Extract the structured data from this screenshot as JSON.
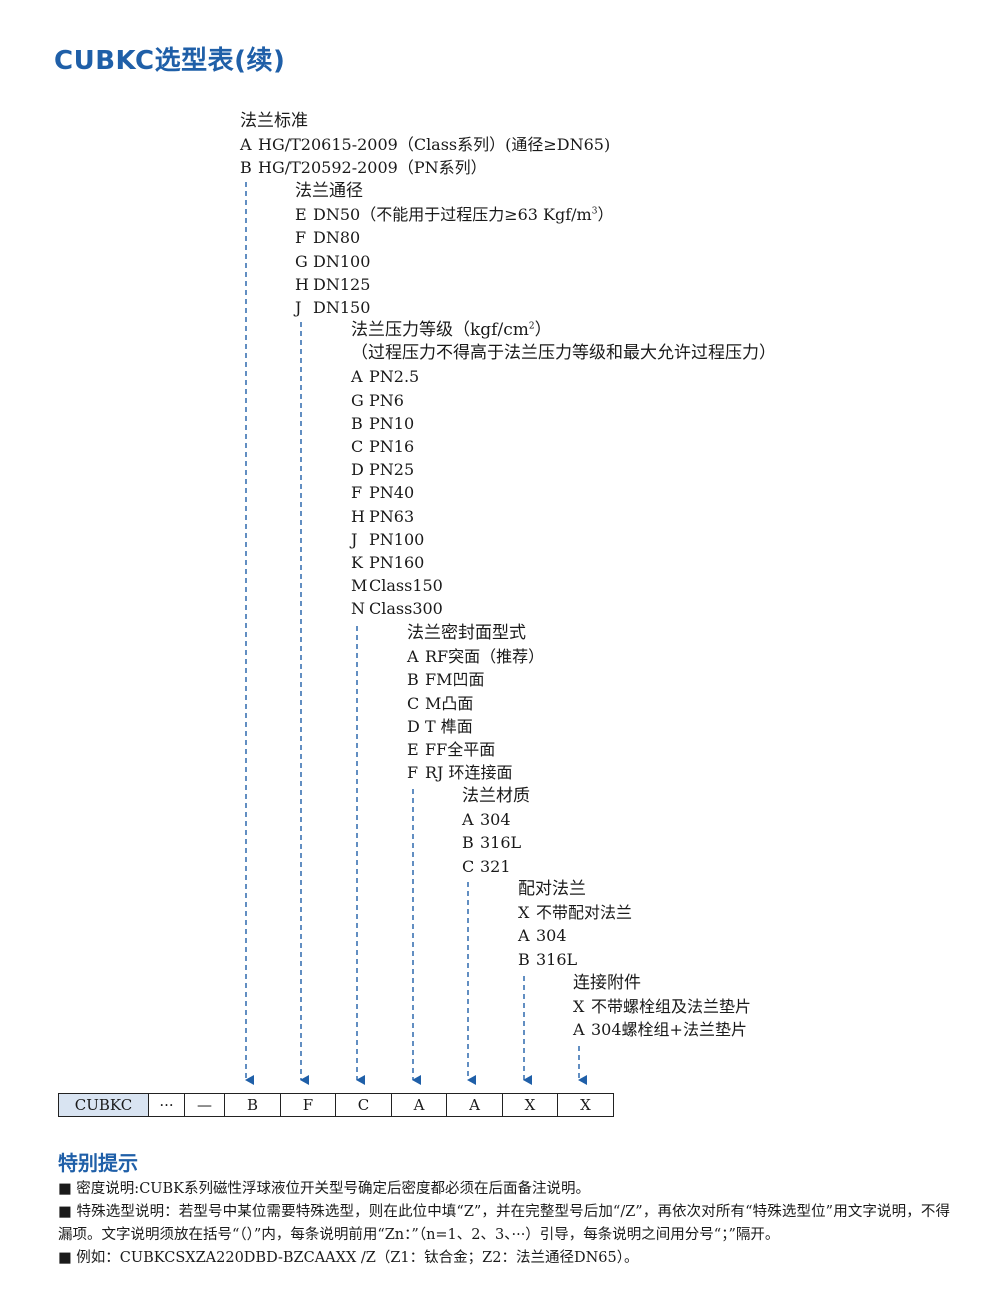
{
  "title": "CUBKC选型表(续)",
  "groups": [
    {
      "header": "法兰标准",
      "options": [
        {
          "code": "A",
          "text": "HG/T20615-2009（Class系列）(通径≥DN65)"
        },
        {
          "code": "B",
          "text": "HG/T20592-2009（PN系列）"
        }
      ]
    },
    {
      "header": "法兰通径",
      "options": [
        {
          "code": "E",
          "text": "DN50（不能用于过程压力≥63 Kgf/m",
          "sup": "3",
          "tail": "）"
        },
        {
          "code": "F",
          "text": "DN80"
        },
        {
          "code": "G",
          "text": "DN100"
        },
        {
          "code": "H",
          "text": "DN125"
        },
        {
          "code": "J",
          "text": "DN150"
        }
      ]
    },
    {
      "header": "法兰压力等级（kgf/cm",
      "header_sup": "2",
      "header_tail": "）",
      "subheader": "（过程压力不得高于法兰压力等级和最大允许过程压力）",
      "options": [
        {
          "code": "A",
          "text": "PN2.5"
        },
        {
          "code": "G",
          "text": "PN6"
        },
        {
          "code": "B",
          "text": "PN10"
        },
        {
          "code": "C",
          "text": "PN16"
        },
        {
          "code": "D",
          "text": "PN25"
        },
        {
          "code": "F",
          "text": "PN40"
        },
        {
          "code": "H",
          "text": "PN63"
        },
        {
          "code": "J",
          "text": "PN100"
        },
        {
          "code": "K",
          "text": "PN160"
        },
        {
          "code": "M",
          "text": "Class150"
        },
        {
          "code": "N",
          "text": "Class300"
        }
      ]
    },
    {
      "header": "法兰密封面型式",
      "options": [
        {
          "code": "A",
          "text": "RF突面（推荐）"
        },
        {
          "code": "B",
          "text": "FM凹面"
        },
        {
          "code": "C",
          "text": "M凸面"
        },
        {
          "code": "D",
          "text": "T 榫面"
        },
        {
          "code": "E",
          "text": "FF全平面"
        },
        {
          "code": "F",
          "text": "RJ 环连接面"
        }
      ]
    },
    {
      "header": "法兰材质",
      "options": [
        {
          "code": "A",
          "text": "304"
        },
        {
          "code": "B",
          "text": "316L"
        },
        {
          "code": "C",
          "text": "321"
        }
      ]
    },
    {
      "header": "配对法兰",
      "options": [
        {
          "code": "X",
          "text": "不带配对法兰"
        },
        {
          "code": "A",
          "text": "304"
        },
        {
          "code": "B",
          "text": "316L"
        }
      ]
    },
    {
      "header": "连接附件",
      "options": [
        {
          "code": "X",
          "text": "不带螺栓组及法兰垫片"
        },
        {
          "code": "A",
          "text": "304螺栓组+法兰垫片"
        }
      ]
    }
  ],
  "model_cells": [
    "CUBKC",
    "···",
    "—",
    "B",
    "F",
    "C",
    "A",
    "A",
    "X",
    "X"
  ],
  "notes_title": "特别提示",
  "notes": [
    "■ 密度说明:CUBK系列磁性浮球液位开关型号确定后密度都必须在后面备注说明。",
    "■ 特殊选型说明：若型号中某位需要特殊选型，则在此位中填“Z”，并在完整型号后加“/Z”，再依次对所有“特殊选型位”用文字说明，不得漏项。文字说明须放在括号“（）”内，每条说明前用“Zn：”（n=1、2、3、···）引导，每条说明之间用分号“；”隔开。",
    "■ 例如：CUBKCSXZA220DBD-BZCAAXX /Z（Z1：钛合金；Z2：法兰通径DN65）。"
  ],
  "colors": {
    "accent": "#1f5fa8",
    "arrow": "#1f5fa8",
    "cell_fill": "#d9e4f2"
  }
}
